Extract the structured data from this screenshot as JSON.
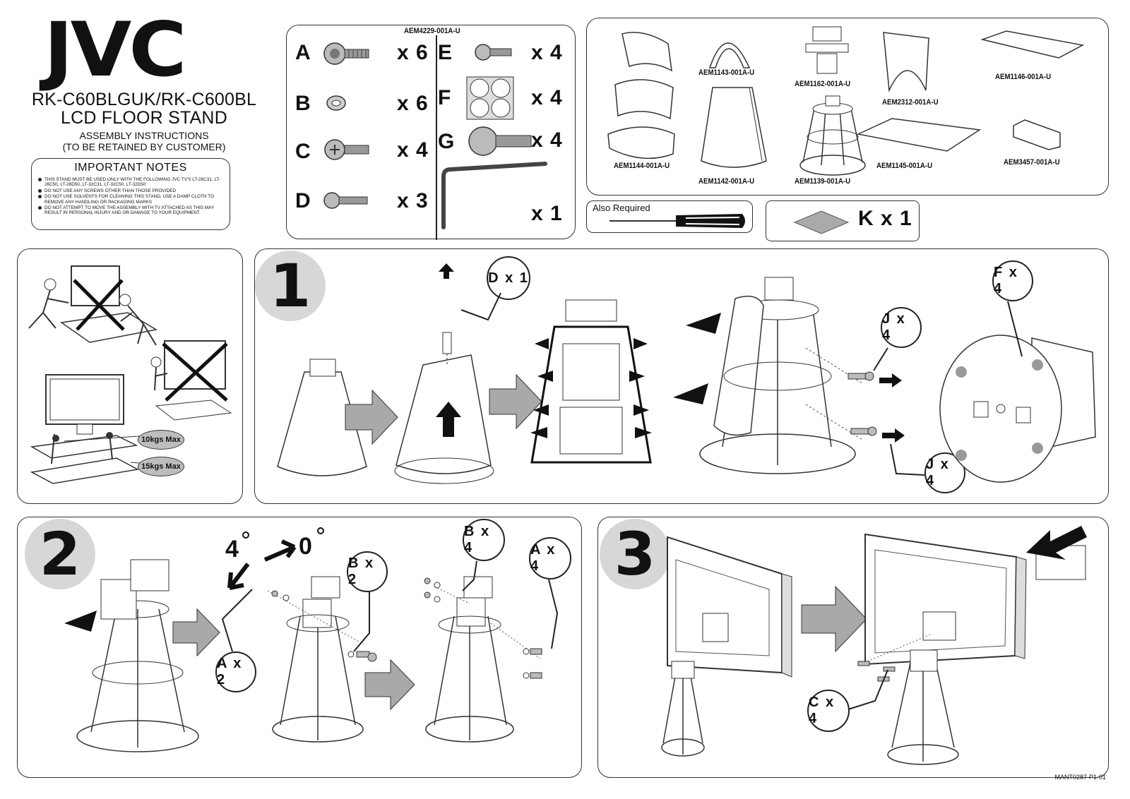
{
  "brand": {
    "logo": "JVC"
  },
  "title": {
    "model": "RK-C60BLGUK/RK-C600BL",
    "product": "LCD FLOOR STAND",
    "line1": "ASSEMBLY INSTRUCTIONS",
    "line2": "(TO BE RETAINED BY CUSTOMER)"
  },
  "notes": {
    "heading": "IMPORTANT NOTES",
    "items": [
      "This stand must be used only with the following JVC TV's LT-26C31, LT-26C50, LT-26D50, LT-32C31, LT-32C50, LT-32D50",
      "Do not use any screws other than those provided",
      "Do not use solvents for cleaning this stand, use a damp cloth to remove any handling or packaging marks",
      "Do not attempt to move the assembly with TV attached as this may result in personal injury and or damage to your equipment."
    ]
  },
  "hardware": {
    "kit_code": "AEM4229-001A-U",
    "parts": [
      {
        "letter": "A",
        "qty": "x 6"
      },
      {
        "letter": "B",
        "qty": "x 6"
      },
      {
        "letter": "C",
        "qty": "x 4"
      },
      {
        "letter": "D",
        "qty": "x 3"
      },
      {
        "letter": "E",
        "qty": "x 4"
      },
      {
        "letter": "F",
        "qty": "x 4"
      },
      {
        "letter": "G",
        "qty": "x 4"
      },
      {
        "letter": "",
        "qty": "x 1"
      }
    ]
  },
  "components": {
    "codes": [
      "AEM1143-001A-U",
      "AEM1162-001A-U",
      "AEM2312-001A-U",
      "AEM1146-001A-U",
      "AEM1144-001A-U",
      "AEM1142-001A-U",
      "AEM1139-001A-U",
      "AEM1145-001A-U",
      "AEM3457-001A-U"
    ]
  },
  "also_required": {
    "label": "Also Required",
    "icon": "screwdriver-icon"
  },
  "part_k": {
    "label": "K x 1"
  },
  "warnings": {
    "weight_top": "10kgs Max",
    "weight_bottom": "15kgs Max"
  },
  "steps": {
    "step1": {
      "number": "1",
      "callouts": [
        "D x 1",
        "J x 4",
        "J x 4",
        "F x 4"
      ]
    },
    "step2": {
      "number": "2",
      "angle_4": "4",
      "angle_0": "0",
      "callouts": [
        "B x 2",
        "A x 2",
        "B x 4",
        "A x 4"
      ]
    },
    "step3": {
      "number": "3",
      "callouts": [
        "C x 4"
      ]
    }
  },
  "footer": {
    "doc_code": "MANT0287-P1-01"
  },
  "colors": {
    "arrow_fill": "#a9a9a9",
    "step_circle": "#d7d7d7",
    "line": "#222222"
  }
}
